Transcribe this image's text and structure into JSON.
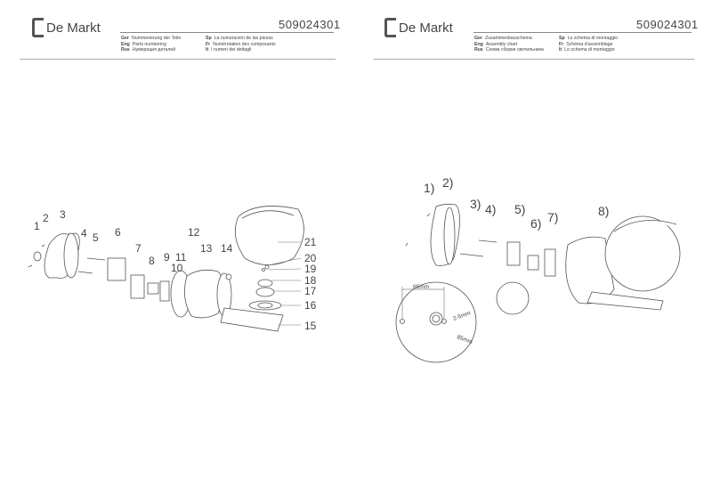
{
  "left_page": {
    "brand": "De Markt",
    "code": "509024301",
    "langs": [
      {
        "code": "Ger",
        "text": "Nummerierung der Teile"
      },
      {
        "code": "Sp",
        "text": "La numeración de las piezas"
      },
      {
        "code": "Eng",
        "text": "Parts numbering"
      },
      {
        "code": "Fr",
        "text": "Numérotation des composants"
      },
      {
        "code": "Rus",
        "text": "Нумерация деталей"
      },
      {
        "code": "It",
        "text": "I numeri dei dettagli"
      }
    ],
    "labels": [
      "1",
      "2",
      "3",
      "4",
      "5",
      "6",
      "7",
      "8",
      "9",
      "10",
      "11",
      "12",
      "13",
      "14",
      "15",
      "16",
      "17",
      "18",
      "19",
      "20",
      "21"
    ]
  },
  "right_page": {
    "brand": "De Markt",
    "code": "509024301",
    "langs": [
      {
        "code": "Ger",
        "text": "Zusammenbauschema"
      },
      {
        "code": "Sp",
        "text": "Lo schema di montaggio"
      },
      {
        "code": "Eng",
        "text": "Assembly chart"
      },
      {
        "code": "Fr",
        "text": "Schéma d'assemblage"
      },
      {
        "code": "Rus",
        "text": "Схема сборки светильника"
      },
      {
        "code": "It",
        "text": "Lo schema di montaggio"
      }
    ],
    "labels": [
      "1)",
      "2)",
      "3)",
      "4)",
      "5)",
      "6)",
      "7)",
      "8)"
    ],
    "dimensions": {
      "spacing": "65mm",
      "hole": "2-5mm",
      "diameter": "85mm"
    }
  }
}
